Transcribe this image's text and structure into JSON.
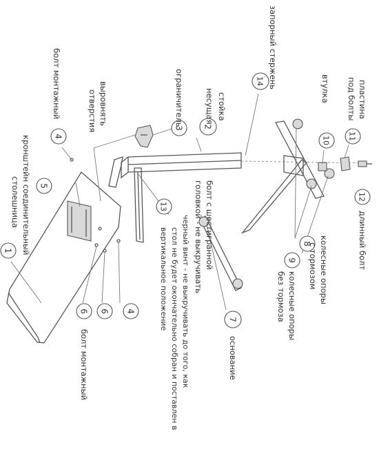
{
  "callouts": [
    {
      "id": "1",
      "label": "кронштейн соединительный",
      "label2": "столешница"
    },
    {
      "id": "2",
      "label": "стойка",
      "label2": "несущая"
    },
    {
      "id": "3",
      "label": "ограничитель"
    },
    {
      "id": "4",
      "label": "болт монтажный"
    },
    {
      "id": "5",
      "label": "выровнять",
      "label2": "отверстия"
    },
    {
      "id": "6",
      "label": "болт монтажный"
    },
    {
      "id": "7",
      "label": "основание"
    },
    {
      "id": "8",
      "label": "колесные опоры",
      "label2": "с тормозом"
    },
    {
      "id": "9",
      "label": "колесные опоры",
      "label2": "без тормоза"
    },
    {
      "id": "10",
      "label": "втулка"
    },
    {
      "id": "11",
      "label": "пластина",
      "label2": "под болты"
    },
    {
      "id": "12",
      "label": "длинный болт"
    },
    {
      "id": "13",
      "label": "черный винт - не выкручивать до того, как",
      "label2": "стол не будет окончательно собран и поставлен в",
      "label3": "вертикальное положение"
    },
    {
      "id": "14",
      "label": "запорный стержень"
    }
  ],
  "extra_labels": {
    "hex_bolt": "болт с шестигранной",
    "hex_bolt2": "головкой - не выкручивать"
  }
}
